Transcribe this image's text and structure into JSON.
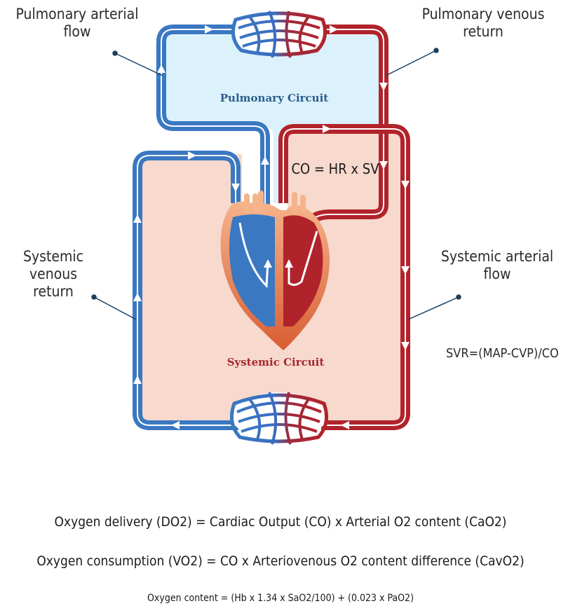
{
  "labels": {
    "pulmonary_arterial": [
      "Pulmonary arterial",
      "flow"
    ],
    "pulmonary_venous": [
      "Pulmonary venous",
      "return"
    ],
    "systemic_venous": [
      "Systemic venous",
      "return"
    ],
    "systemic_arterial": [
      "Systemic arterial",
      "flow"
    ],
    "pulmonary_circuit": "Pulmonary Circuit",
    "systemic_circuit": "Systemic Circuit",
    "co_formula": "CO = HR x SV",
    "svr_formula": "SVR=(MAP-CVP)/CO"
  },
  "formulas": {
    "oxygen_delivery": "Oxygen delivery (DO2) = Cardiac Output (CO)  x Arterial O2 content (CaO2)",
    "oxygen_consumption": "Oxygen consumption (VO2) = CO x Arteriovenous O2 content difference (CavO2)",
    "oxygen_content": "Oxygen content = (Hb x 1.34 x SaO2/100) + (0.023 x PaO2)"
  },
  "colors": {
    "venous_blue": "#3a78c2",
    "arterial_red": "#b1232b",
    "pulmonary_fill": "#dbf1fb",
    "systemic_fill": "#f7d9cd",
    "heart_orange": "#e98a5c"
  }
}
